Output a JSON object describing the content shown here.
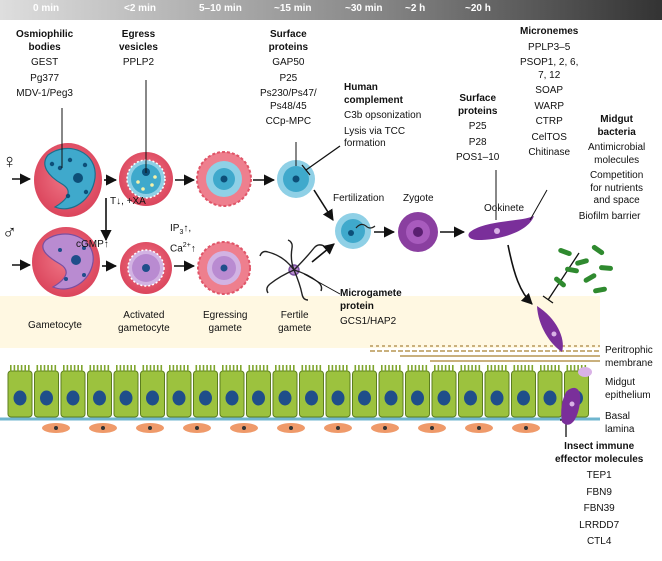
{
  "timeline": [
    "0 min",
    "<2 min",
    "5–10 min",
    "~15 min",
    "~30 min",
    "~2 h",
    "~20 h"
  ],
  "symbols": {
    "female": "♀",
    "male": "♂"
  },
  "stages": {
    "gametocyte": "Gametocyte",
    "activated": [
      "Activated",
      "gametocyte"
    ],
    "egressing": [
      "Egressing",
      "gamete"
    ],
    "fertile": [
      "Fertile",
      "gamete"
    ],
    "fertilization": "Fertilization",
    "zygote": "Zygote",
    "ookinete": "Ookinete"
  },
  "triggers": {
    "temp_xa": "T↓, +XA",
    "cgmp": "cGMP↑",
    "ip3": "IP",
    "ip3_sub": "3",
    "up_arrow": "↑",
    "ca": "Ca",
    "ca_sup": "2+"
  },
  "osmiophilic": {
    "title": [
      "Osmiophilic",
      "bodies"
    ],
    "items": [
      "GEST",
      "Pg377",
      "MDV-1/Peg3"
    ]
  },
  "egress_vesicles": {
    "title": [
      "Egress",
      "vesicles"
    ],
    "items": [
      "PPLP2"
    ]
  },
  "surface_early": {
    "title": [
      "Surface",
      "proteins"
    ],
    "items": [
      "GAP50",
      "P25",
      "Ps230/Ps47/",
      "Ps48/45",
      "CCp-MPC"
    ]
  },
  "complement": {
    "title": [
      "Human",
      "complement"
    ],
    "items": [
      "C3b opsonization",
      "Lysis via TCC",
      "formation"
    ]
  },
  "surface_late": {
    "title": [
      "Surface",
      "proteins"
    ],
    "items": [
      "P25",
      "P28",
      "POS1–10"
    ]
  },
  "micronemes": {
    "title": [
      "Micronemes"
    ],
    "items": [
      "PPLP3–5",
      "PSOP1, 2, 6,",
      "7, 12",
      "SOAP",
      "WARP",
      "CTRP",
      "CelTOS",
      "Chitinase"
    ]
  },
  "midgut_bacteria": {
    "title": [
      "Midgut",
      "bacteria"
    ],
    "items": [
      "Antimicrobial",
      "molecules",
      "Competition",
      "for nutrients",
      "and space",
      "Biofilm barrier"
    ]
  },
  "microgamete": {
    "title": [
      "Microgamete",
      "protein"
    ],
    "items": [
      "GCS1/HAP2"
    ]
  },
  "tissue_labels": {
    "peritrophic": [
      "Peritrophic",
      "membrane"
    ],
    "epithelium": [
      "Midgut",
      "epithelium"
    ],
    "basal": [
      "Basal",
      "lamina"
    ]
  },
  "insect_immune": {
    "title": [
      "Insect immune",
      "effector molecules"
    ],
    "items": [
      "TEP1",
      "FBN9",
      "FBN39",
      "LRRDD7",
      "CTL4"
    ]
  },
  "colors": {
    "timeline_start": "#d8d8d8",
    "timeline_end": "#3a3a3a",
    "female_cell": "#3fa9cc",
    "male_cell": "#b98bd1",
    "rbc": "#e05568",
    "zygote": "#8a3fa0",
    "ookinete": "#7a2f9a",
    "epithelium": "#9cc23e",
    "nucleus": "#1f4e8a",
    "peritrophic": "#c9b07d",
    "lumen_tint": "#fff8e0",
    "bacteria": "#2f8a2f",
    "basal_cell": "#ef9a6a"
  }
}
